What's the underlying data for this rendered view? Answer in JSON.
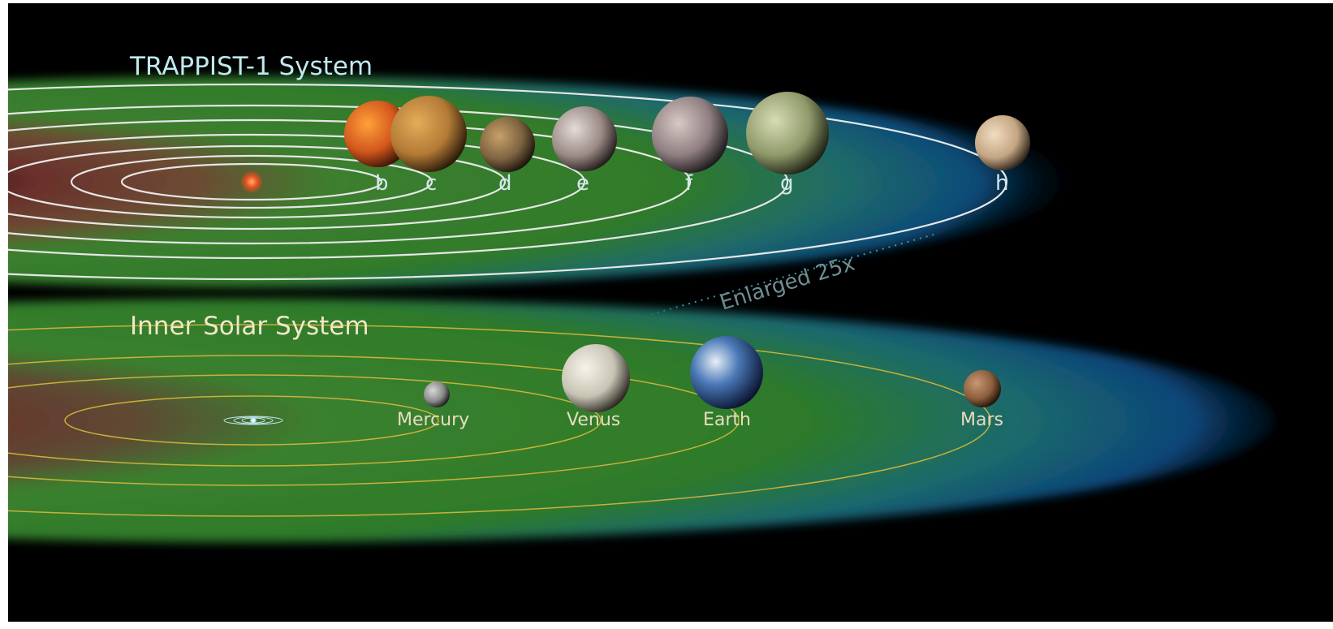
{
  "trappist": {
    "title": "TRAPPIST-1 System",
    "title_color": "#bfe9ee",
    "planets": [
      {
        "label": "b",
        "color": "#d9651f"
      },
      {
        "label": "c",
        "color": "#c8893c"
      },
      {
        "label": "d",
        "color": "#9a7a4a"
      },
      {
        "label": "e",
        "color": "#b7a8a2"
      },
      {
        "label": "f",
        "color": "#a79a98"
      },
      {
        "label": "g",
        "color": "#9ea878"
      },
      {
        "label": "h",
        "color": "#d4b894"
      }
    ]
  },
  "enlarged_note": "Enlarged 25x",
  "solar": {
    "title": "Inner Solar System",
    "title_color": "#f1e6c8",
    "planets": [
      {
        "label": "Mercury",
        "color": "#9a9a9a"
      },
      {
        "label": "Venus",
        "color": "#dcdad0"
      },
      {
        "label": "Earth",
        "color": "#3f6fb5"
      },
      {
        "label": "Mars",
        "color": "#a8744f"
      }
    ]
  },
  "colors": {
    "background": "#000000",
    "habitable_zone": "#3f8a2e",
    "outer_zone": "#1e6a8a",
    "inner_hot_zone": "#7a3a33",
    "trappist_orbit": "#e6e6e6",
    "solar_orbit": "#c9b13a",
    "star": "#e8501c"
  }
}
